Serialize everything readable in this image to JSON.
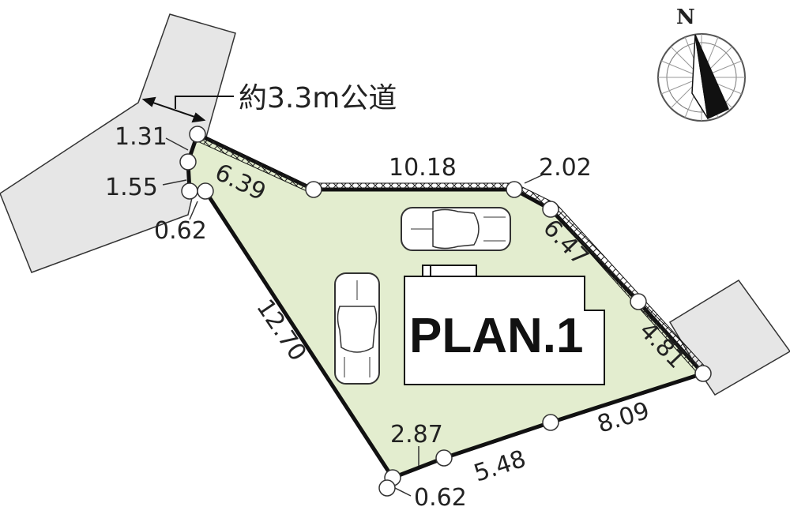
{
  "road": {
    "label": "約3.3m公道"
  },
  "building": {
    "label": "PLAN.1"
  },
  "compass": {
    "label": "N"
  },
  "dimensions": {
    "d_1_31": "1.31",
    "d_1_55": "1.55",
    "d_0_62_left": "0.62",
    "d_6_39": "6.39",
    "d_10_18": "10.18",
    "d_2_02": "2.02",
    "d_6_47": "6.47",
    "d_4_81": "4.81",
    "d_12_70": "12.70",
    "d_8_09": "8.09",
    "d_5_48": "5.48",
    "d_2_87": "2.87",
    "d_0_62_bottom": "0.62"
  },
  "colors": {
    "lot_fill": "#e3edcf",
    "road_fill": "#e6e6e6",
    "line": "#111111"
  }
}
